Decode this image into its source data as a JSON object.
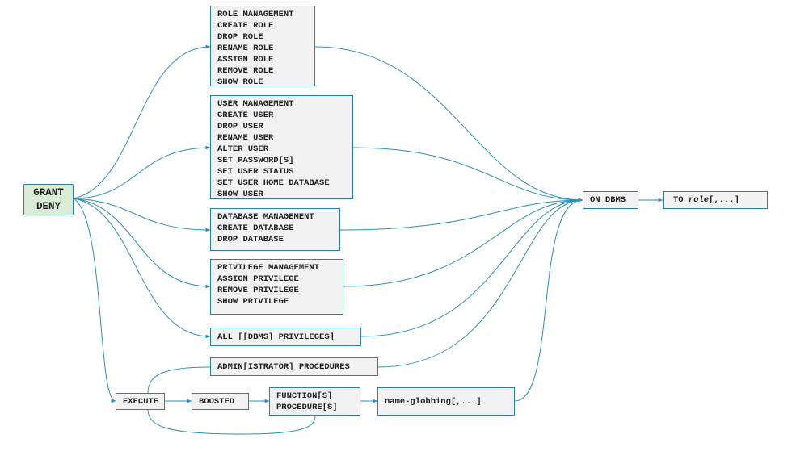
{
  "start": {
    "lines": [
      "GRANT",
      "DENY"
    ]
  },
  "role_management": {
    "lines": [
      "ROLE MANAGEMENT",
      "CREATE ROLE",
      "DROP ROLE",
      "RENAME ROLE",
      "ASSIGN ROLE",
      "REMOVE ROLE",
      "SHOW ROLE"
    ]
  },
  "user_management": {
    "lines": [
      "USER MANAGEMENT",
      "CREATE USER",
      "DROP USER",
      "RENAME USER",
      "ALTER USER",
      "SET PASSWORD[S]",
      "SET USER STATUS",
      "SET USER HOME DATABASE",
      "SHOW USER"
    ]
  },
  "database_management": {
    "lines": [
      "DATABASE MANAGEMENT",
      "CREATE DATABASE",
      "DROP DATABASE"
    ]
  },
  "privilege_management": {
    "lines": [
      "PRIVILEGE MANAGEMENT",
      "ASSIGN PRIVILEGE",
      "REMOVE PRIVILEGE",
      "SHOW PRIVILEGE"
    ]
  },
  "all_privileges": {
    "label": "ALL [[DBMS] PRIVILEGES]"
  },
  "admin_procedures": {
    "label": "ADMIN[ISTRATOR] PROCEDURES"
  },
  "execute": {
    "label": "EXECUTE"
  },
  "boosted": {
    "label": "BOOSTED"
  },
  "function_procedure": {
    "lines": [
      "FUNCTION[S]",
      "PROCEDURE[S]"
    ]
  },
  "name_globbing": {
    "label": "name-globbing[,...]"
  },
  "on_dbms": {
    "label": "ON DBMS"
  },
  "to_role": {
    "prefix": "TO ",
    "param": "role",
    "suffix": "[,...]"
  },
  "colors": {
    "edge": "#2e8fb3",
    "box_border": "#2e7ea0",
    "box_fill": "#f2f2f2",
    "start_fill": "#d9ecd5"
  }
}
